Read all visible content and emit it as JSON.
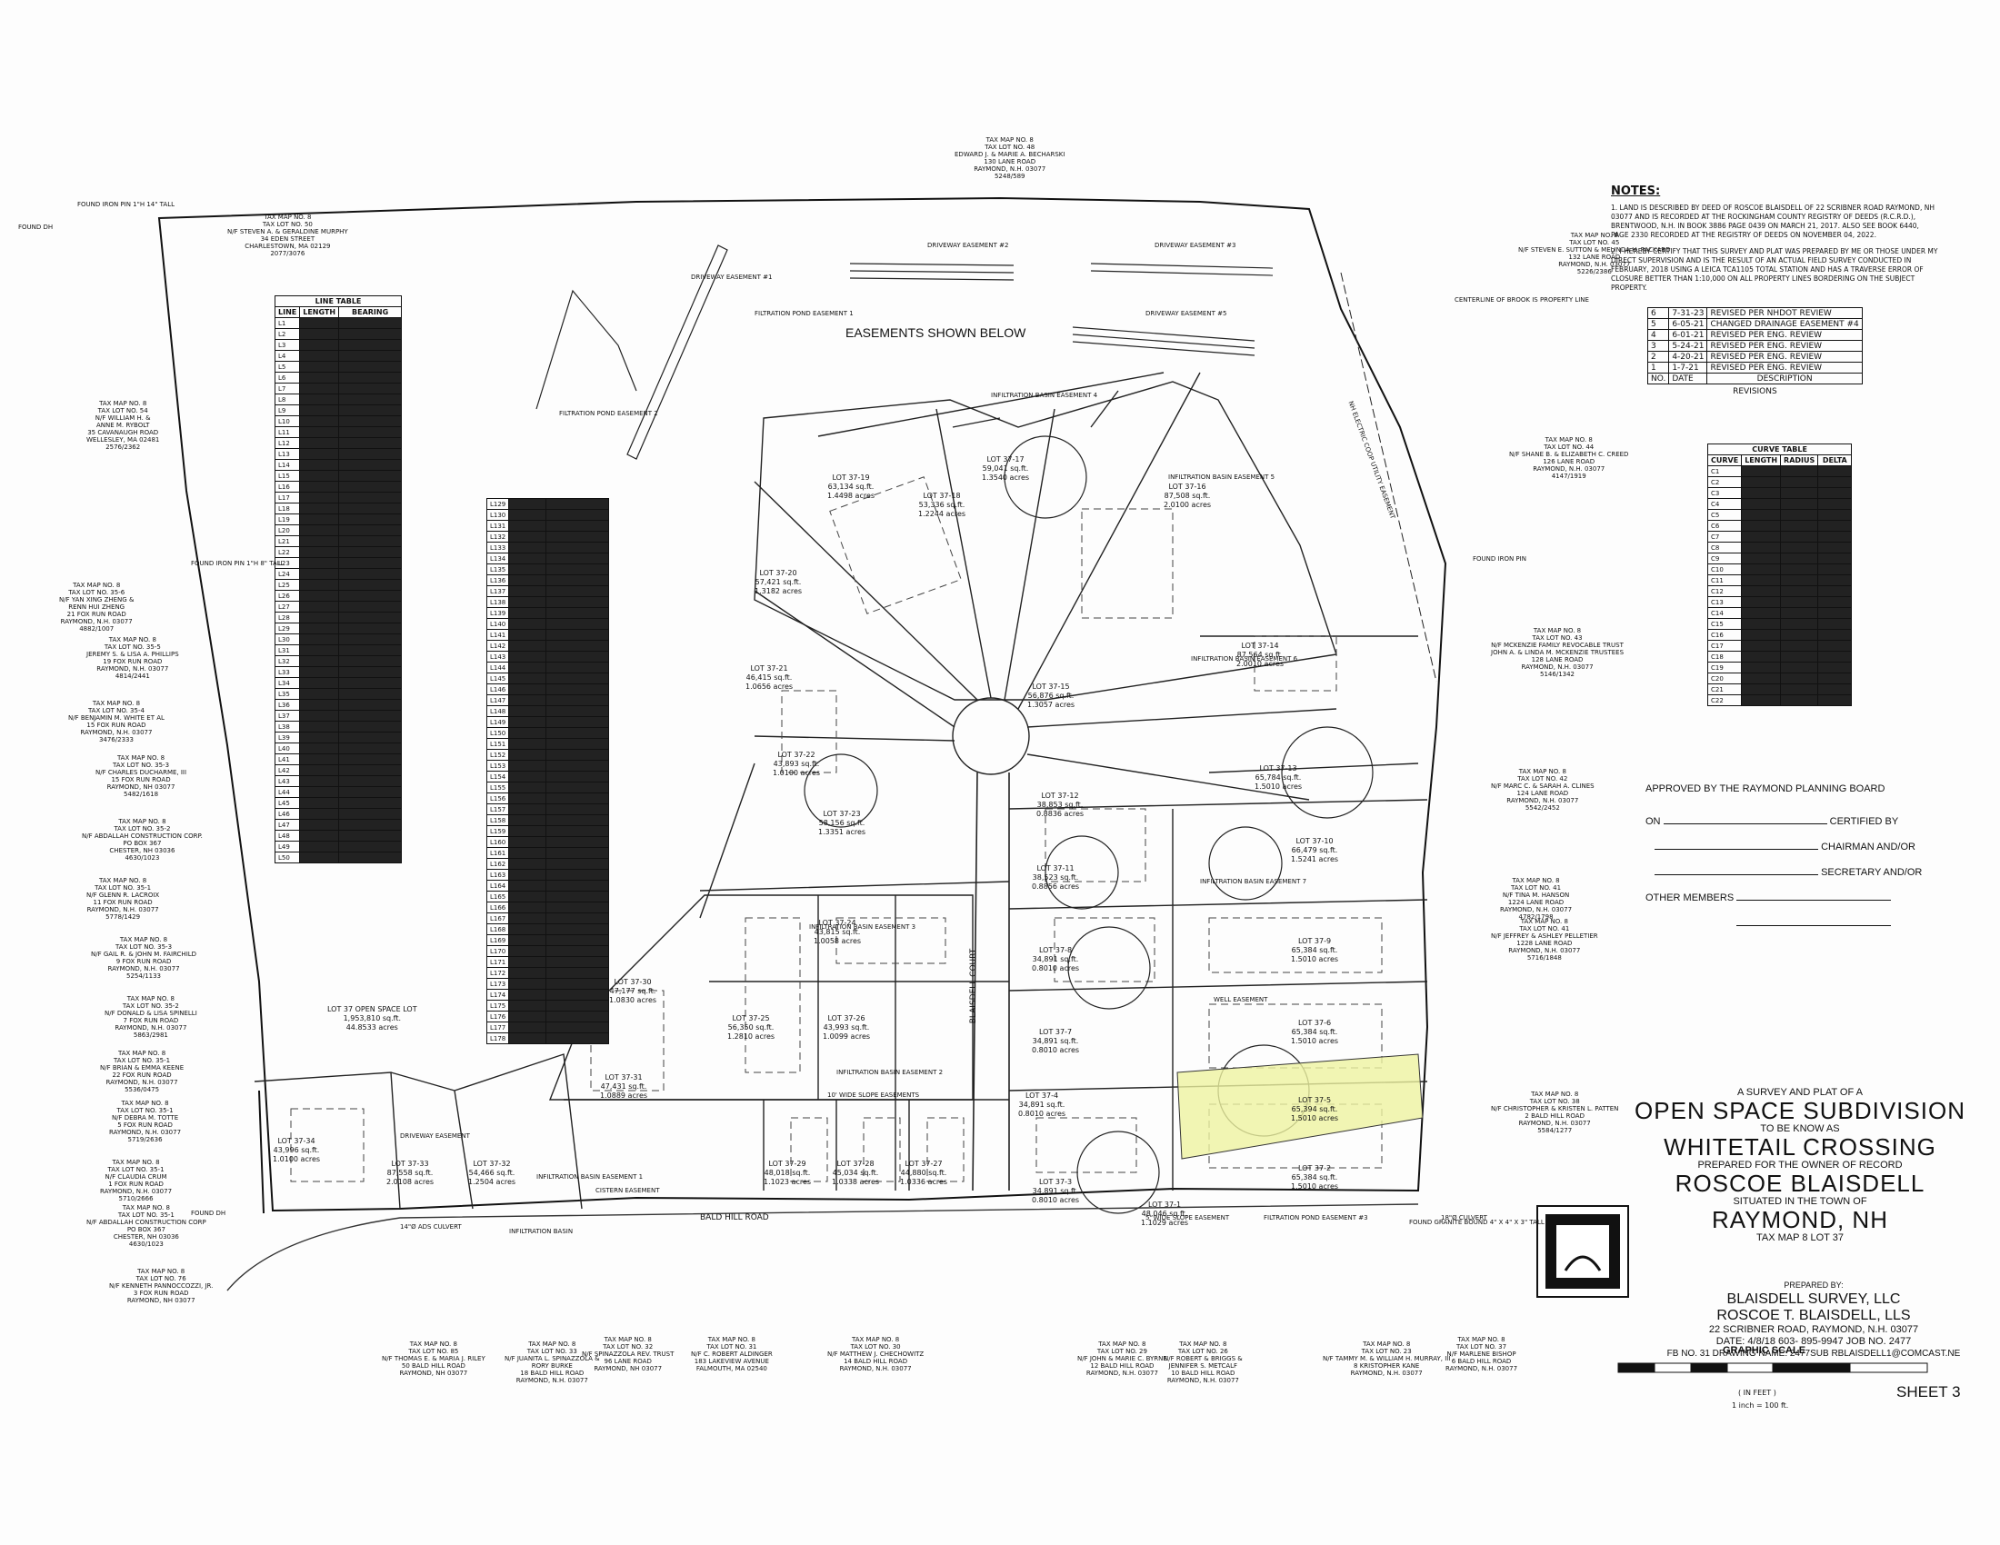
{
  "easements_header": "EASEMENTS SHOWN BELOW",
  "notes": {
    "title": "NOTES:",
    "items": [
      "1. LAND IS DESCRIBED BY DEED OF ROSCOE BLAISDELL OF 22 SCRIBNER ROAD RAYMOND, NH 03077 AND IS RECORDED AT THE ROCKINGHAM COUNTY REGISTRY OF DEEDS (R.C.R.D.), BRENTWOOD, N.H. IN BOOK 3886 PAGE 0439 ON MARCH 21, 2017. ALSO SEE BOOK 6440, PAGE 2330 RECORDED AT THE REGISTRY OF DEEDS ON NOVEMBER 04, 2022.",
      "2. I HEREBY CERTIFY THAT THIS SURVEY AND PLAT WAS PREPARED BY ME OR THOSE UNDER MY DIRECT SUPERVISION AND IS THE RESULT OF AN ACTUAL FIELD SURVEY CONDUCTED IN FEBRUARY, 2018 USING A LEICA TCA1105 TOTAL STATION AND HAS A TRAVERSE ERROR OF CLOSURE BETTER THAN 1:10,000 ON ALL PROPERTY LINES BORDERING ON THE SUBJECT PROPERTY."
    ]
  },
  "revisions": {
    "caption": "REVISIONS",
    "headers": [
      "NO.",
      "DATE",
      "DESCRIPTION"
    ],
    "rows": [
      [
        "6",
        "7-31-23",
        "REVISED PER NHDOT REVIEW"
      ],
      [
        "5",
        "6-05-21",
        "CHANGED DRAINAGE EASEMENT #4"
      ],
      [
        "4",
        "6-01-21",
        "REVISED PER ENG. REVIEW"
      ],
      [
        "3",
        "5-24-21",
        "REVISED PER ENG. REVIEW"
      ],
      [
        "2",
        "4-20-21",
        "REVISED PER ENG. REVIEW"
      ],
      [
        "1",
        "1-7-21",
        "REVISED PER ENG. REVIEW"
      ]
    ]
  },
  "curve_table": {
    "title": "CURVE TABLE",
    "headers": [
      "CURVE",
      "LENGTH",
      "RADIUS",
      "DELTA"
    ],
    "curves": [
      "C1",
      "C2",
      "C3",
      "C4",
      "C5",
      "C6",
      "C7",
      "C8",
      "C9",
      "C10",
      "C11",
      "C12",
      "C13",
      "C14",
      "C15",
      "C16",
      "C17",
      "C18",
      "C19",
      "C20",
      "C21",
      "C22"
    ]
  },
  "line_table": {
    "title": "LINE TABLE",
    "headers": [
      "LINE",
      "LENGTH",
      "BEARING"
    ],
    "lines": [
      "L1",
      "L2",
      "L3",
      "L4",
      "L5",
      "L6",
      "L7",
      "L8",
      "L9",
      "L10",
      "L11",
      "L12",
      "L13",
      "L14",
      "L15",
      "L16",
      "L17",
      "L18",
      "L19",
      "L20",
      "L21",
      "L22",
      "L23",
      "L24",
      "L25",
      "L26",
      "L27",
      "L28",
      "L29",
      "L30",
      "L31",
      "L32",
      "L33",
      "L34",
      "L35",
      "L36",
      "L37",
      "L38",
      "L39",
      "L40",
      "L41",
      "L42",
      "L43",
      "L44",
      "L45",
      "L46",
      "L47",
      "L48",
      "L49",
      "L50"
    ],
    "lines2": [
      "L129",
      "L130",
      "L131",
      "L132",
      "L133",
      "L134",
      "L135",
      "L136",
      "L137",
      "L138",
      "L139",
      "L140",
      "L141",
      "L142",
      "L143",
      "L144",
      "L145",
      "L146",
      "L147",
      "L148",
      "L149",
      "L150",
      "L151",
      "L152",
      "L153",
      "L154",
      "L155",
      "L156",
      "L157",
      "L158",
      "L159",
      "L160",
      "L161",
      "L162",
      "L163",
      "L164",
      "L165",
      "L166",
      "L167",
      "L168",
      "L169",
      "L170",
      "L171",
      "L172",
      "L173",
      "L174",
      "L175",
      "L176",
      "L177",
      "L178"
    ]
  },
  "approval": {
    "title": "APPROVED BY THE RAYMOND PLANNING BOARD",
    "on_label": "ON",
    "certified_by": "CERTIFIED BY",
    "chairman": "CHAIRMAN AND/OR",
    "secretary": "SECRETARY AND/OR",
    "other_members": "OTHER MEMBERS"
  },
  "title_block": {
    "line1": "A SURVEY AND PLAT OF A",
    "line2": "OPEN SPACE SUBDIVISION",
    "line3": "TO BE KNOW AS",
    "line4": "WHITETAIL CROSSING",
    "line5": "PREPARED FOR THE OWNER OF RECORD",
    "line6": "ROSCOE BLAISDELL",
    "line7": "SITUATED IN THE TOWN OF",
    "line8": "RAYMOND, NH",
    "line9": "TAX MAP 8 LOT 37",
    "line10": "PREPARED BY:",
    "line11": "BLAISDELL SURVEY, LLC",
    "line12": "ROSCOE T. BLAISDELL, LLS",
    "line13": "22 SCRIBNER ROAD, RAYMOND, N.H. 03077",
    "line14": "DATE: 4/8/18   603- 895-9947   JOB NO. 2477",
    "line15": "FB NO. 31 DRAWING NAME: 2477SUB   RBLAISDELL1@COMCAST.NE"
  },
  "graphic_scale": {
    "title": "GRAPHIC SCALE",
    "unit": "( IN FEET )",
    "ratio": "1 inch = 100 ft."
  },
  "sheet_label": "SHEET 3",
  "road_label": "BALD HILL ROAD",
  "street_label": "BLAISDELL COURT",
  "lots": [
    {
      "name": "LOT 37-17",
      "area": "59,041 sq.ft.",
      "acres": "1.3540 acres"
    },
    {
      "name": "LOT 37-16",
      "area": "87,508 sq.ft.",
      "acres": "2.0100 acres"
    },
    {
      "name": "LOT 37-18",
      "area": "53,336 sq.ft.",
      "acres": "1.2244 acres"
    },
    {
      "name": "LOT 37-19",
      "area": "63,134 sq.ft.",
      "acres": "1.4498 acres"
    },
    {
      "name": "LOT 37-20",
      "area": "57,421 sq.ft.",
      "acres": "1.3182 acres"
    },
    {
      "name": "LOT 37-21",
      "area": "46,415 sq.ft.",
      "acres": "1.0656 acres"
    },
    {
      "name": "LOT 37-14",
      "area": "87,564 sq.ft.",
      "acres": "2.0010 acres"
    },
    {
      "name": "LOT 37-15",
      "area": "56,876 sq.ft.",
      "acres": "1.3057 acres"
    },
    {
      "name": "LOT 37-13",
      "area": "65,784 sq.ft.",
      "acres": "1.5010 acres"
    },
    {
      "name": "LOT 37-12",
      "area": "38,853 sq.ft.",
      "acres": "0.8836 acres"
    },
    {
      "name": "LOT 37-22",
      "area": "43,893 sq.ft.",
      "acres": "1.0100 acres"
    },
    {
      "name": "LOT 37-23",
      "area": "58,156 sq.ft.",
      "acres": "1.3351 acres"
    },
    {
      "name": "LOT 37-11",
      "area": "38,523 sq.ft.",
      "acres": "0.8856 acres"
    },
    {
      "name": "LOT 37-10",
      "area": "66,479 sq.ft.",
      "acres": "1.5241 acres"
    },
    {
      "name": "LOT 37-24",
      "area": "43,815 sq.ft.",
      "acres": "1.0058 acres"
    },
    {
      "name": "LOT 37-9",
      "area": "65,384 sq.ft.",
      "acres": "1.5010 acres"
    },
    {
      "name": "LOT 37-8",
      "area": "34,891 sq.ft.",
      "acres": "0.8010 acres"
    },
    {
      "name": "LOT 37-30",
      "area": "47,177 sq.ft.",
      "acres": "1.0830 acres"
    },
    {
      "name": "LOT 37-25",
      "area": "56,350 sq.ft.",
      "acres": "1.2810 acres"
    },
    {
      "name": "LOT 37-26",
      "area": "43,993 sq.ft.",
      "acres": "1.0099 acres"
    },
    {
      "name": "LOT 37-6",
      "area": "65,384 sq.ft.",
      "acres": "1.5010 acres"
    },
    {
      "name": "LOT 37-7",
      "area": "34,891 sq.ft.",
      "acres": "0.8010 acres"
    },
    {
      "name": "LOT 37-31",
      "area": "47,431 sq.ft.",
      "acres": "1.0889 acres"
    },
    {
      "name": "LOT 37-5",
      "area": "65,394 sq.ft.",
      "acres": "1.5010 acres"
    },
    {
      "name": "LOT 37-4",
      "area": "34,891 sq.ft.",
      "acres": "0.8010 acres"
    },
    {
      "name": "LOT 37-34",
      "area": "43,996 sq.ft.",
      "acres": "1.0100 acres"
    },
    {
      "name": "LOT 37-33",
      "area": "87,558 sq.ft.",
      "acres": "2.0108 acres"
    },
    {
      "name": "LOT 37-32",
      "area": "54,466 sq.ft.",
      "acres": "1.2504 acres"
    },
    {
      "name": "LOT 37-29",
      "area": "48,018 sq.ft.",
      "acres": "1.1023 acres"
    },
    {
      "name": "LOT 37-28",
      "area": "45,034 sq.ft.",
      "acres": "1.0338 acres"
    },
    {
      "name": "LOT 37-27",
      "area": "44,880 sq.ft.",
      "acres": "1.0336 acres"
    },
    {
      "name": "LOT 37-2",
      "area": "65,384 sq.ft.",
      "acres": "1.5010 acres"
    },
    {
      "name": "LOT 37-3",
      "area": "34,891 sq.ft.",
      "acres": "0.8010 acres"
    },
    {
      "name": "LOT 37-1",
      "area": "48,046 sq.ft.",
      "acres": "1.1029 acres"
    },
    {
      "name": "LOT 37 OPEN SPACE LOT",
      "area": "1,953,810 sq.ft.",
      "acres": "44.8533 acres"
    }
  ],
  "abutters": [
    "TAX MAP NO. 8\nTAX LOT NO. 48\nEDWARD J. & MARIE A. BECHARSKI\n130 LANE ROAD\nRAYMOND, N.H. 03077\n5248/589",
    "TAX MAP NO. 8\nTAX LOT NO. 50\nN/F STEVEN A. & GERALDINE MURPHY\n34 EDEN STREET\nCHARLESTOWN, MA 02129\n2077/3076",
    "TAX MAP NO. 8\nTAX LOT NO. 45\nN/F STEVEN E. SUTTON & MELINDA H. PACKARD\n132 LANE ROAD\nRAYMOND, N.H. 03077\n5226/2386",
    "TAX MAP NO. 8\nTAX LOT NO. 44\nN/F SHANE B. & ELIZABETH C. CREED\n126 LANE ROAD\nRAYMOND, N.H. 03077\n4147/1919",
    "TAX MAP NO. 8\nTAX LOT NO. 43\nN/F MCKENZIE FAMILY REVOCABLE TRUST\nJOHN A. & LINDA M. MCKENZIE TRUSTEES\n128 LANE ROAD\nRAYMOND, N.H. 03077\n5146/1342",
    "TAX MAP NO. 8\nTAX LOT NO. 42\nN/F MARC C. & SARAH A. CLINES\n124 LANE ROAD\nRAYMOND, N.H. 03077\n5542/2452",
    "TAX MAP NO. 8\nTAX LOT NO. 41\nN/F TINA M. HANSON\n1224 LANE ROAD\nRAYMOND, N.H. 03077\n4782/1798",
    "TAX MAP NO. 8\nTAX LOT NO. 41\nN/F JEFFREY & ASHLEY PELLETIER\n1228 LANE ROAD\nRAYMOND, N.H. 03077\n5716/1848",
    "TAX MAP NO. 8\nTAX LOT NO. 38\nN/F CHRISTOPHER & KRISTEN L. PATTEN\n2 BALD HILL ROAD\nRAYMOND, N.H. 03077\n5584/1277",
    "TAX MAP NO. 8\nTAX LOT NO. 54\nN/F WILLIAM H. &\nANNE M. RYBOLT\n35 CAVANAUGH ROAD\nWELLESLEY, MA 02481\n2576/2362",
    "TAX MAP NO. 8\nTAX LOT NO. 35-6\nN/F YAN XING ZHENG &\nRENN HUI ZHENG\n21 FOX RUN ROAD\nRAYMOND, N.H. 03077\n4882/1007",
    "TAX MAP NO. 8\nTAX LOT NO. 35-5\nJEREMY S. & LISA A. PHILLIPS\n19 FOX RUN ROAD\nRAYMOND, N.H. 03077\n4814/2441",
    "TAX MAP NO. 8\nTAX LOT NO. 35-4\nN/F BENJAMIN M. WHITE ET AL\n15 FOX RUN ROAD\nRAYMOND, N.H. 03077\n3476/2333",
    "TAX MAP NO. 8\nTAX LOT NO. 35-3\nN/F CHARLES DUCHARME, III\n15 FOX RUN ROAD\nRAYMOND, NH 03077\n5482/1618",
    "TAX MAP NO. 8\nTAX LOT NO. 35-2\nN/F ABDALLAH CONSTRUCTION CORP.\nPO BOX 367\nCHESTER, NH 03036\n4630/1023",
    "TAX MAP NO. 8\nTAX LOT NO. 35-1\nN/F GLENN R. LACROIX\n11 FOX RUN ROAD\nRAYMOND, N.H. 03077\n5778/1429",
    "TAX MAP NO. 8\nTAX LOT NO. 35-3\nN/F GAIL R. & JOHN M. FAIRCHILD\n9 FOX RUN ROAD\nRAYMOND, N.H. 03077\n5254/1133",
    "TAX MAP NO. 8\nTAX LOT NO. 35-2\nN/F DONALD & LISA SPINELLI\n7 FOX RUN ROAD\nRAYMOND, N.H. 03077\n5863/2981",
    "TAX MAP NO. 8\nTAX LOT NO. 35-1\nN/F BRIAN & EMMA KEENE\n22 FOX RUN ROAD\nRAYMOND, N.H. 03077\n5536/0475",
    "TAX MAP NO. 8\nTAX LOT NO. 35-1\nN/F DEBRA M. TOTTE\n5 FOX RUN ROAD\nRAYMOND, N.H. 03077\n5719/2636",
    "TAX MAP NO. 8\nTAX LOT NO. 35-1\nN/F CLAUDIA CRUM\n1 FOX RUN ROAD\nRAYMOND, N.H. 03077\n5710/2666",
    "TAX MAP NO. 8\nTAX LOT NO. 35-1\nN/F ABDALLAH CONSTRUCTION CORP\nPO BOX 367\nCHESTER, NH 03036\n4630/1023",
    "TAX MAP NO. 8\nTAX LOT NO. 76\nN/F KENNETH PANNOCCOZZI, JR.\n3 FOX RUN ROAD\nRAYMOND, NH 03077",
    "TAX MAP NO. 8\nTAX LOT NO. 85\nN/F THOMAS E. & MARIA J. RILEY\n50 BALD HILL ROAD\nRAYMOND, NH 03077",
    "TAX MAP NO. 8\nTAX LOT NO. 33\nN/F JUANITA L. SPINAZZOLA &\nRORY BURKE\n18 BALD HILL ROAD\nRAYMOND, N.H. 03077",
    "TAX MAP NO. 8\nTAX LOT NO. 32\nN/F SPINAZZOLA REV. TRUST\n96 LANE ROAD\nRAYMOND, NH 03077",
    "TAX MAP NO. 8\nTAX LOT NO. 31\nN/F C. ROBERT ALDINGER\n183 LAKEVIEW AVENUE\nFALMOUTH, MA 02540",
    "TAX MAP NO. 8\nTAX LOT NO. 30\nN/F MATTHEW J. CHECHOWITZ\n14 BALD HILL ROAD\nRAYMOND, N.H. 03077",
    "TAX MAP NO. 8\nTAX LOT NO. 29\nN/F JOHN & MARIE C. BYRNE\n12 BALD HILL ROAD\nRAYMOND, N.H. 03077",
    "TAX MAP NO. 8\nTAX LOT NO. 26\nN/F ROBERT & BRIGGS &\nJENNIFER S. METCALF\n10 BALD HILL ROAD\nRAYMOND, N.H. 03077",
    "TAX MAP NO. 8\nTAX LOT NO. 23\nN/F TAMMY M. & WILLIAM H. MURRAY, III\n8 KRISTOPHER KANE\nRAYMOND, N.H. 03077",
    "TAX MAP NO. 8\nTAX LOT NO. 37\nN/F MARLENE BISHOP\n6 BALD HILL ROAD\nRAYMOND, N.H. 03077"
  ],
  "easement_labels": [
    "DRIVEWAY EASEMENT #1",
    "DRIVEWAY EASEMENT #2",
    "DRIVEWAY EASEMENT #3",
    "DRIVEWAY EASEMENT #5",
    "FILTRATION POND EASEMENT 1",
    "FILTRATION POND EASEMENT 2",
    "INFILTRATION BASIN EASEMENT 4",
    "INFILTRATION BASIN EASEMENT 5",
    "INFILTRATION BASIN EASEMENT 6",
    "INFILTRATION BASIN EASEMENT 7",
    "INFILTRATION BASIN EASEMENT 3",
    "INFILTRATION BASIN EASEMENT 2",
    "INFILTRATION BASIN EASEMENT 1",
    "INFILTRATION BASIN",
    "WELL EASEMENT",
    "10' WIDE SLOPE EASEMENTS",
    "5' WIDE SLOPE EASEMENT",
    "DRIVEWAY EASEMENT",
    "CISTERN EASEMENT",
    "FILTRATION POND EASEMENT #3",
    "NH ELECTRIC COOP UTILITY EASEMENT",
    "CENTERLINE OF BROOK IS PROPERTY LINE"
  ],
  "markers": [
    "FOUND IRON PIN 1\"H 14\" TALL",
    "FOUND DH",
    "FOUND IRON PIN 1\"H 8\" TALL",
    "FOUND IRON PIN",
    "FOUND DH",
    "FOUND GRANITE BOUND 4\" X 4\" X 3\" TALL",
    "14\"Ø ADS CULVERT",
    "18\"Ø CULVERT"
  ]
}
